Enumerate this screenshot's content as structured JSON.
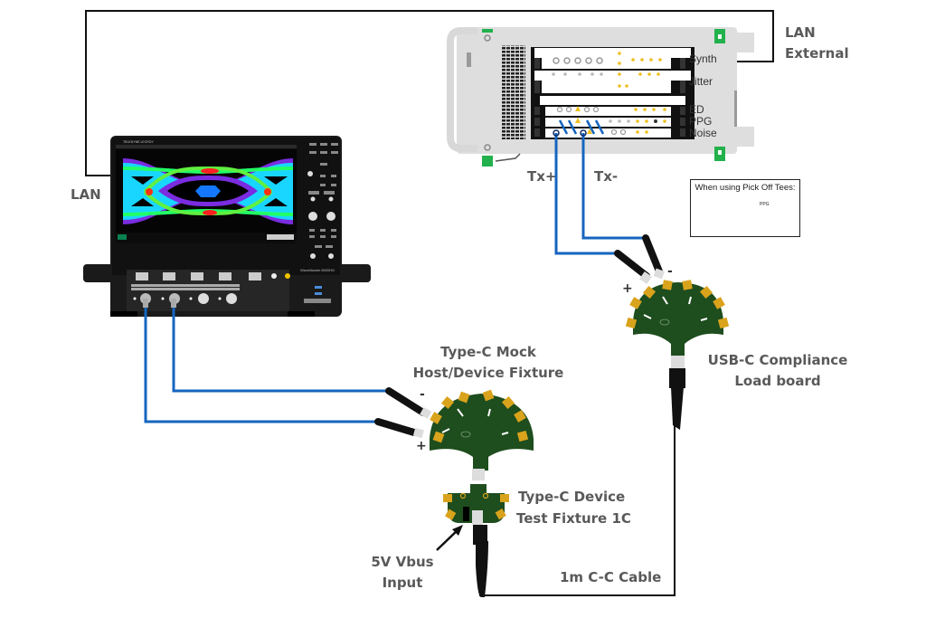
{
  "title": "USB-C Tx compliance test setup",
  "labels": {
    "lan_left": "LAN",
    "lan_external_line1": "LAN",
    "lan_external_line2": "External",
    "tx_plus": "Tx+",
    "tx_minus": "Tx-",
    "mock_fixture_line1": "Type-C Mock",
    "mock_fixture_line2": "Host/Device Fixture",
    "load_board_line1": "USB-C Compliance",
    "load_board_line2": "Load board",
    "device_fixture_line1": "Type-C Device",
    "device_fixture_line2": "Test Fixture 1C",
    "vbus_line1": "5V Vbus",
    "vbus_line2": "Input",
    "cable": "1m C-C Cable",
    "plus": "+",
    "minus": "-"
  },
  "bert": {
    "modules": [
      "Synth",
      "Jitter",
      "ED",
      "PPG",
      "Noise"
    ]
  },
  "note": {
    "title": "When using Pick Off Tees:",
    "module": "PPG"
  },
  "oscilloscope": {
    "brand": "TELEDYNE LECROY",
    "model": "WaveMaster 8000HD",
    "display": "eye-diagram"
  },
  "colors": {
    "cable_blue": "#1565c0",
    "pcb_green": "#1e4d1e",
    "pad_gold": "#d9a31c",
    "label_gray": "#595959",
    "scope_body": "#1a1a1a"
  }
}
